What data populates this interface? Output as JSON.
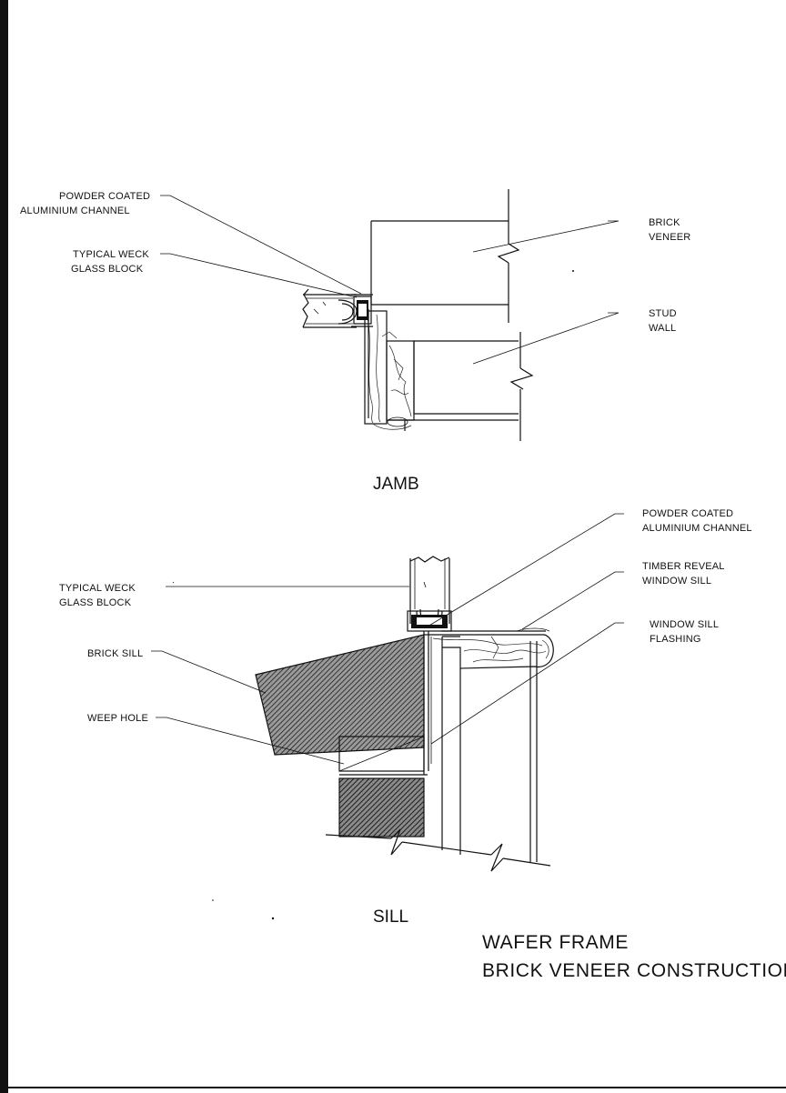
{
  "jamb": {
    "title": "JAMB",
    "labels": {
      "channel_line1": "POWDER COATED",
      "channel_line2": "ALUMINIUM CHANNEL",
      "glass_line1": "TYPICAL WECK",
      "glass_line2": "GLASS BLOCK",
      "brick_line1": "BRICK",
      "brick_line2": "VENEER",
      "stud_line1": "STUD",
      "stud_line2": "WALL"
    }
  },
  "sill": {
    "title": "SILL",
    "labels": {
      "channel_line1": "POWDER COATED",
      "channel_line2": "ALUMINIUM CHANNEL",
      "timber_line1": "TIMBER REVEAL",
      "timber_line2": "WINDOW SILL",
      "glass_line1": "TYPICAL WECK",
      "glass_line2": "GLASS BLOCK",
      "flashing_line1": "WINDOW SILL",
      "flashing_line2": "FLASHING",
      "brick_sill": "BRICK SILL",
      "weep_hole": "WEEP HOLE"
    }
  },
  "sheet_title": {
    "line1": "WAFER FRAME",
    "line2": "BRICK VENEER CONSTRUCTION"
  }
}
